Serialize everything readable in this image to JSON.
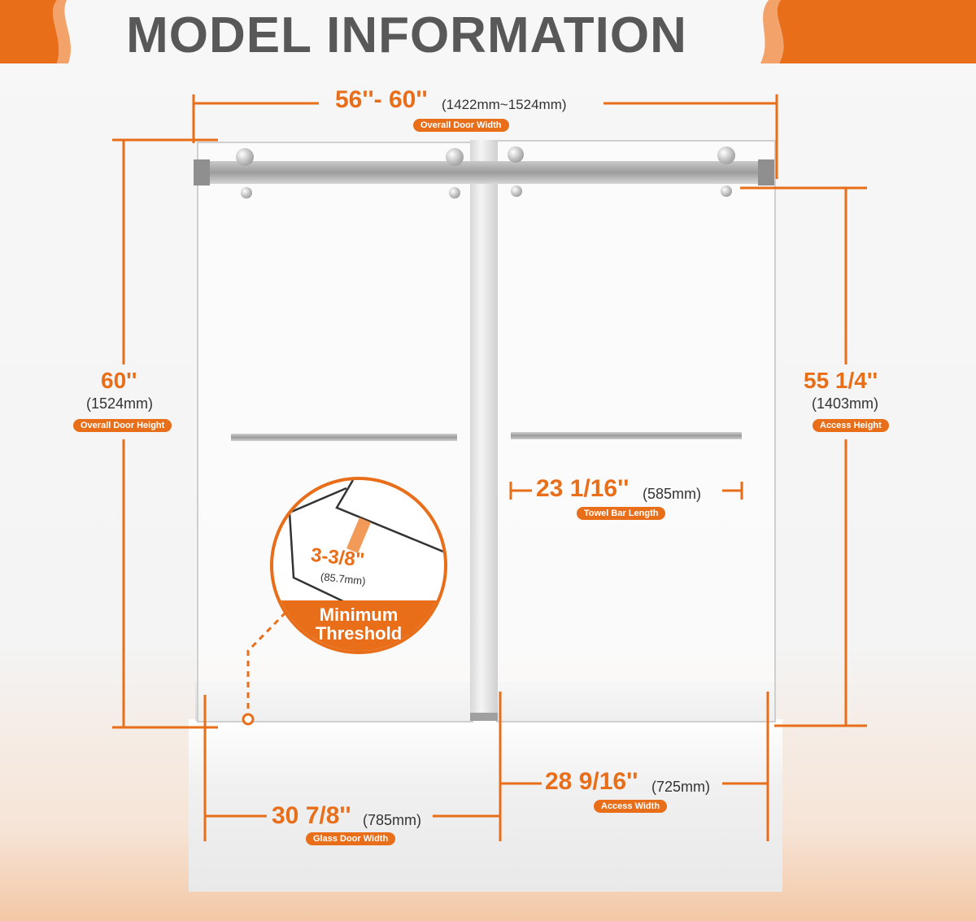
{
  "title": "MODEL INFORMATION",
  "colors": {
    "accent": "#e86e1a",
    "title_text": "#585858",
    "frame": "#a8a8a8"
  },
  "overall_width": {
    "inches": "56''- 60''",
    "mm": "(1422mm~1524mm)",
    "label": "Overall Door Width"
  },
  "overall_height": {
    "inches": "60''",
    "mm": "(1524mm)",
    "label": "Overall Door Height"
  },
  "access_height": {
    "inches": "55 1/4''",
    "mm": "(1403mm)",
    "label": "Access Height"
  },
  "towel_bar": {
    "inches": "23 1/16''",
    "mm": "(585mm)",
    "label": "Towel Bar Length"
  },
  "threshold": {
    "inches": "3-3/8\"",
    "mm": "(85.7mm)",
    "line1": "Minimum",
    "line2": "Threshold"
  },
  "glass_width": {
    "inches": "30 7/8''",
    "mm": "(785mm)",
    "label": "Glass Door Width"
  },
  "access_width": {
    "inches": "28 9/16''",
    "mm": "(725mm)",
    "label": "Access Width"
  }
}
